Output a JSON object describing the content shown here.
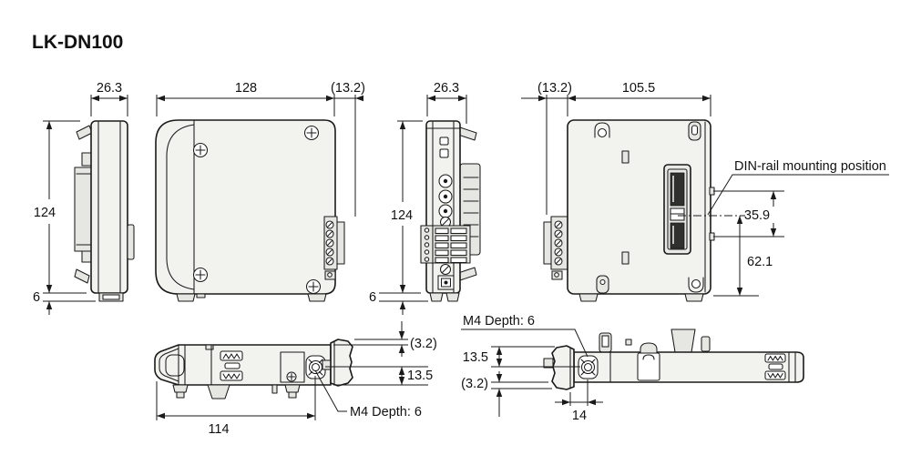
{
  "title": "LK-DN100",
  "colors": {
    "line": "#1a1a1a",
    "body_fill": "#f2f2ef",
    "accent_fill": "#e6e6e2",
    "slot_dark": "#2f2f2d",
    "background": "#ffffff"
  },
  "views": {
    "side_left": {
      "width": "26.3",
      "height": "124",
      "foot": "6"
    },
    "front": {
      "width": "128",
      "terminal_depth": "(13.2)"
    },
    "side_right": {
      "width": "26.3",
      "height": "124",
      "foot": "6"
    },
    "rear": {
      "terminal_depth": "(13.2)",
      "width": "105.5",
      "din_label": "DIN-rail mounting position",
      "din_upper": "35.9",
      "din_lower": "62.1"
    },
    "bottom": {
      "clip_protrusion": "(3.2)",
      "clip_height": "13.5",
      "m4_label": "M4 Depth: 6",
      "length": "114"
    },
    "top": {
      "m4_label": "M4 Depth: 6",
      "clip_height": "13.5",
      "clip_protrusion": "(3.2)",
      "m4_offset": "14"
    }
  }
}
